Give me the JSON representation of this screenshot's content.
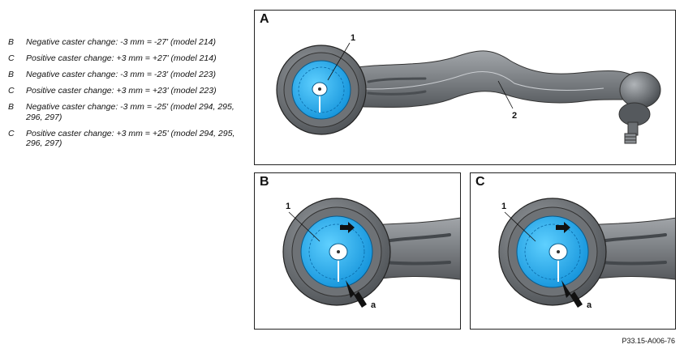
{
  "legend": [
    {
      "key": "B",
      "text": "Negative caster change: -3 mm = -27' (model 214)"
    },
    {
      "key": "C",
      "text": "Positive caster change: +3 mm = +27' (model 214)"
    },
    {
      "key": "B",
      "text": "Negative caster change: -3 mm = -23' (model 223)"
    },
    {
      "key": "C",
      "text": "Positive caster change: +3 mm = +23' (model 223)"
    },
    {
      "key": "B",
      "text": "Negative caster change: -3 mm = -25' (model 294, 295, 296, 297)"
    },
    {
      "key": "C",
      "text": "Positive caster change: +3 mm = +25' (model 294, 295, 296, 297)"
    }
  ],
  "panels": {
    "a": {
      "letter": "A",
      "callout_1": "1",
      "callout_2": "2"
    },
    "b": {
      "letter": "B",
      "callout_1": "1",
      "callout_a": "a"
    },
    "c": {
      "letter": "C",
      "callout_1": "1",
      "callout_a": "a"
    }
  },
  "figure_code": "P33.15-A006-76",
  "colors": {
    "eccentric_blue": "#1aa3ea",
    "arm_gray": "#7f8387",
    "outline": "#222222"
  }
}
